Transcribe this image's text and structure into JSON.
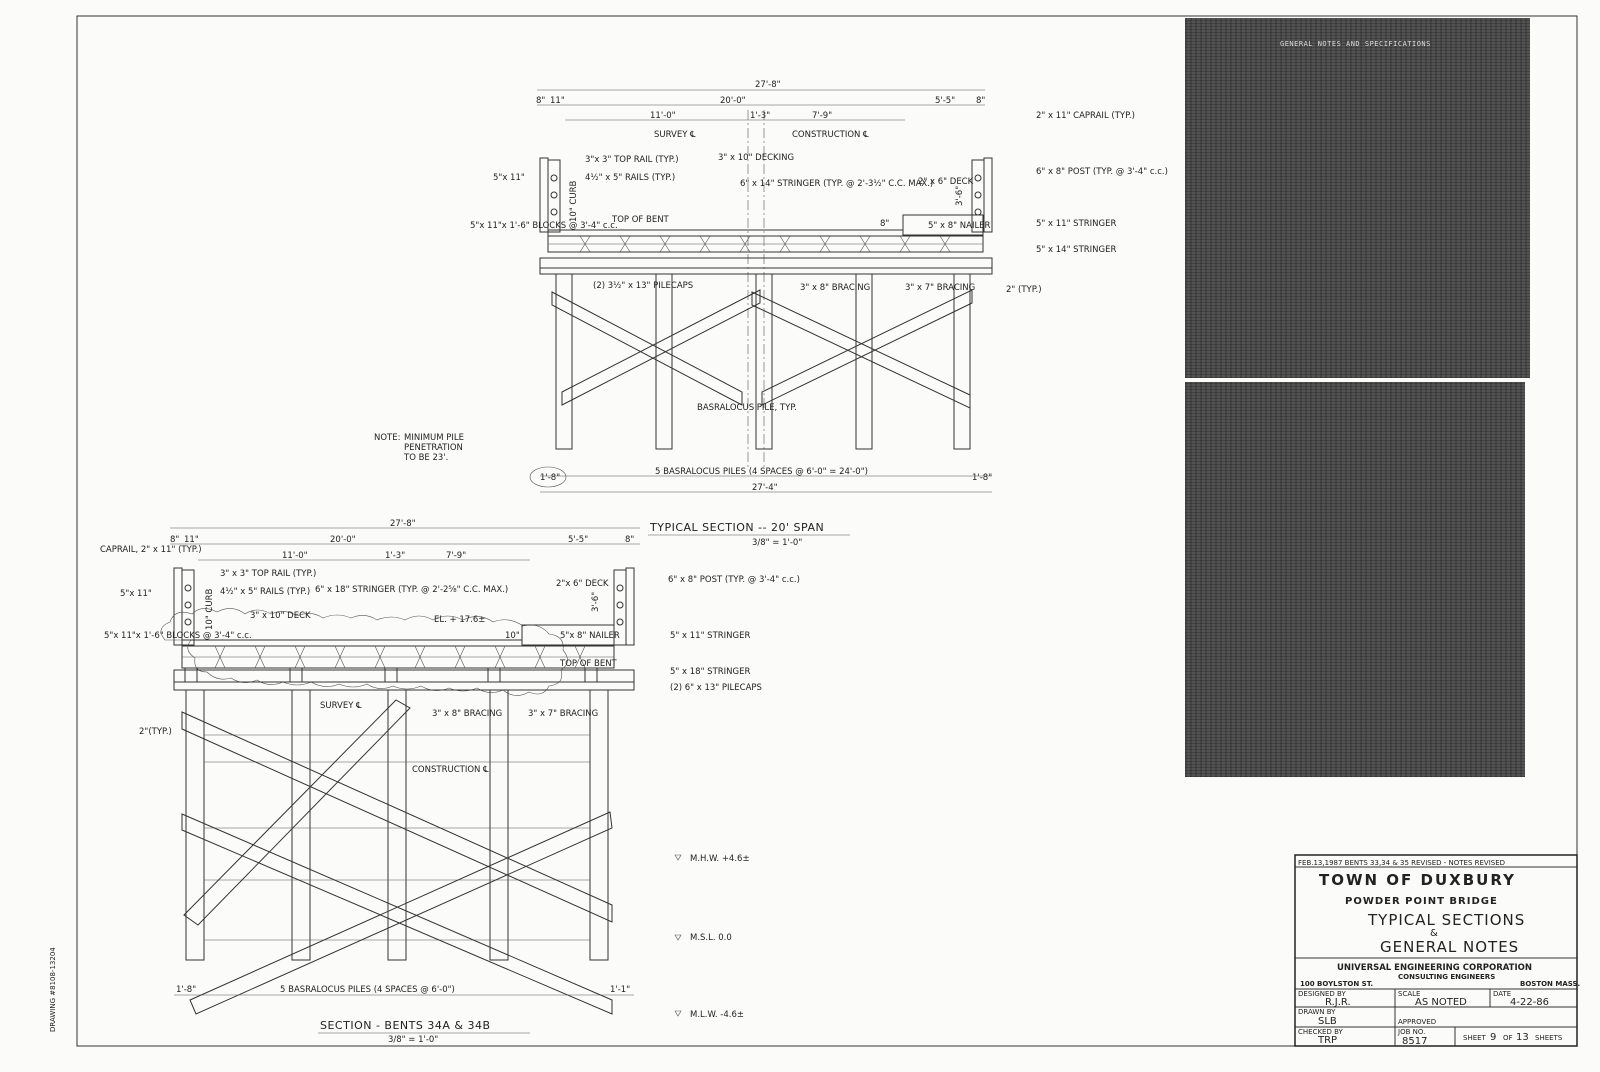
{
  "sheet": {
    "notes_header": "GENERAL NOTES AND SPECIFICATIONS"
  },
  "upper_section": {
    "title": "TYPICAL SECTION -- 20' SPAN",
    "scale": "3/8\" = 1'-0\"",
    "dims": {
      "overall_top": "27'-8\"",
      "left_rail": "8\"",
      "left_curb": "11\"",
      "span": "20'-0\"",
      "right_deck": "5'-5\"",
      "right_rail": "8\"",
      "left_to_survey": "11'-0\"",
      "survey_to_constr": "1'-3\"",
      "constr_to_right": "7'-9\"",
      "bottom_left": "1'-8\"",
      "bottom_right": "1'-8\"",
      "bottom_overall": "27'-4\"",
      "pile_spacing": "5 BASRALOCUS PILES (4 SPACES @ 6'-0\" = 24'-0\")",
      "deck_step": "8\"",
      "post_height": "3'-6\""
    },
    "labels": {
      "survey": "SURVEY ℄",
      "construction": "CONSTRUCTION ℄",
      "top_rail": "3\"x 3\" TOP RAIL (TYP.)",
      "rails": "4½\" x 5\" RAILS (TYP.)",
      "post_left": "5\"x 11\"",
      "curb": "10\" CURB",
      "blocks": "5\"x 11\"x 1'-6\" BLOCKS @ 3'-4\" c.c.",
      "top_of_bent": "TOP OF BENT",
      "decking": "3\" x 10\" DECKING",
      "stringer": "6\" x 14\" STRINGER (TYP. @ 2'-3½\" C.C. MAX.)",
      "deck_right": "2\" x 6\" DECK",
      "caprail": "2\" x 11\" CAPRAIL (TYP.)",
      "post_right": "6\" x 8\" POST (TYP. @ 3'-4\" c.c.)",
      "nailer": "5\" x 8\" NAILER",
      "stringer_511": "5\" x 11\" STRINGER",
      "stringer_514": "5\" x 14\" STRINGER",
      "pilecaps": "(2) 3½\" x 13\" PILECAPS",
      "bracing_38": "3\" x 8\" BRACING",
      "bracing_37": "3\" x 7\" BRACING",
      "typ2": "2\" (TYP.)",
      "pile": "BASRALOCUS PILE, TYP."
    }
  },
  "note": {
    "label": "NOTE:",
    "text": [
      "MINIMUM PILE",
      "PENETRATION",
      "TO BE 23'."
    ]
  },
  "lower_section": {
    "title": "SECTION - BENTS 34A & 34B",
    "scale": "3/8\" = 1'-0\"",
    "dims": {
      "overall_top": "27'-8\"",
      "left_rail": "8\"",
      "left_curb": "11\"",
      "span": "20'-0\"",
      "right_deck": "5'-5\"",
      "right_rail": "8\"",
      "left_to_survey": "11'-0\"",
      "survey_to_constr": "1'-3\"",
      "constr_to_right": "7'-9\"",
      "bottom_left": "1'-8\"",
      "bottom_right": "1'-1\"",
      "pile_spacing": "5 BASRALOCUS PILES (4 SPACES @ 6'-0\")",
      "post_height": "3'-6\"",
      "deck_step": "10\""
    },
    "labels": {
      "caprail": "CAPRAIL, 2\" x 11\" (TYP.)",
      "top_rail": "3\" x 3\" TOP RAIL (TYP.)",
      "rails": "4½\" x 5\" RAILS (TYP.)",
      "post_left": "5\"x 11\"",
      "curb": "10\" CURB",
      "blocks": "5\"x 11\"x 1'-6\" BLOCKS @ 3'-4\" c.c.",
      "deck": "3\" x 10\" DECK",
      "stringer": "6\" x 18\" STRINGER (TYP. @ 2'-2⅝\" C.C. MAX.)",
      "elevation": "EL. + 17.6±",
      "deck_right": "2\"x 6\" DECK",
      "post_right": "6\" x 8\" POST (TYP. @ 3'-4\" c.c.)",
      "nailer": "5\"x 8\" NAILER",
      "stringer_511": "5\" x 11\" STRINGER",
      "top_of_bent": "TOP OF BENT",
      "stringer_518": "5\" x 18\" STRINGER",
      "pilecaps": "(2) 6\" x 13\" PILECAPS",
      "survey": "SURVEY ℄",
      "bracing_38": "3\" x 8\" BRACING",
      "bracing_37": "3\" x 7\" BRACING",
      "typ2": "2\"(TYP.)",
      "construction": "CONSTRUCTION ℄"
    },
    "water_levels": [
      "M.H.W. +4.6±",
      "M.S.L. 0.0",
      "M.L.W. -4.6±"
    ]
  },
  "title_block": {
    "revision": "FEB.13,1987  BENTS 33,34 & 35 REVISED - NOTES REVISED",
    "town": "TOWN OF DUXBURY",
    "project": "POWDER POINT BRIDGE",
    "sheet_title_1": "TYPICAL SECTIONS",
    "sheet_title_amp": "&",
    "sheet_title_2": "GENERAL NOTES",
    "firm": "UNIVERSAL ENGINEERING CORPORATION",
    "firm_sub": "CONSULTING ENGINEERS",
    "address": "100 BOYLSTON ST.",
    "city": "BOSTON MASS.",
    "designed_label": "DESIGNED BY",
    "designed_by": "R.J.R.",
    "scale_label": "SCALE",
    "scale": "AS NOTED",
    "date_label": "DATE",
    "date": "4-22-86",
    "drawn_label": "DRAWN BY",
    "drawn_by": "SLB",
    "approved_label": "APPROVED",
    "checked_label": "CHECKED BY",
    "checked_by": "TRP",
    "job_label": "JOB NO.",
    "job_no": "8517",
    "sheet_label": "SHEET",
    "sheet_no": "9",
    "of_label": "OF",
    "sheet_total": "13",
    "sheets_label": "SHEETS"
  },
  "margin_stamp": "DRAWING #8108-13204"
}
